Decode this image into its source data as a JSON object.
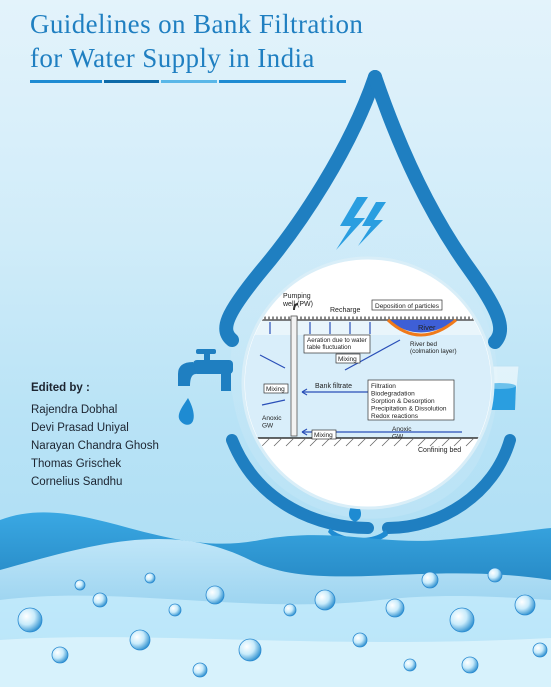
{
  "cover": {
    "title_line1": "Guidelines on  Bank  Filtration",
    "title_line2": "for Water Supply in India",
    "title_bar_colors": [
      "#1e8bd2",
      "#0d6aa8",
      "#59b7e8",
      "#1e8bd2"
    ],
    "brand_color": "#1f7fc1"
  },
  "diagram": {
    "pumping_well": "Pumping\nwell (PW)",
    "recharge": "Recharge",
    "deposition": "Deposition of particles",
    "river": "River",
    "aeration": "Aeration due to water\ntable fluctuation",
    "river_bed": "River bed\n(colmation layer)",
    "mixing_top": "Mixing",
    "mixing_left": "Mixing",
    "mixing_bottom": "Mixing",
    "bank_filtrate": "Bank filtrate",
    "processes": "Filtration\nBiodegradation\nSorption & Desorption\nPrecipitation & Dissolution\nRedox reactions",
    "anoxic_left": "Anoxic\nGW",
    "anoxic_right": "Anoxic\nGW",
    "confining_bed": "Confining bed"
  },
  "editors": {
    "label": "Edited by :",
    "names": [
      "Rajendra Dobhal",
      "Devi Prasad Uniyal",
      "Narayan Chandra Ghosh",
      "Thomas Grischek",
      "Cornelius Sandhu"
    ]
  },
  "icons": [
    "water-drop-outline-icon",
    "lightning-icon",
    "water-tap-icon",
    "water-glass-icon",
    "hand-water-drop-icon",
    "bubbles-icon"
  ]
}
